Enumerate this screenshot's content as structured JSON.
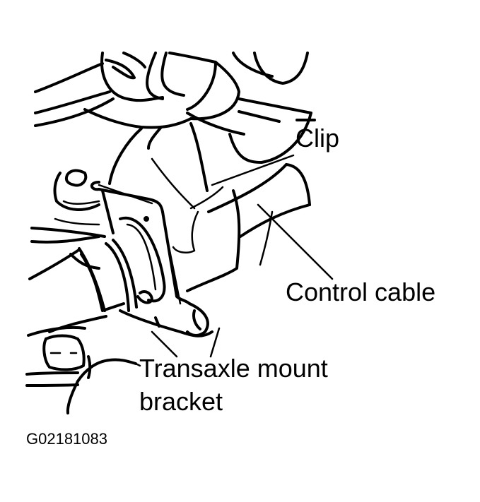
{
  "figure": {
    "type": "line-art technical illustration",
    "subject": "Control cable clip on transaxle mount bracket",
    "figure_id": "G02181083",
    "colors": {
      "line": "#000000",
      "background": "#ffffff"
    }
  },
  "callouts": {
    "clip": "Clip",
    "control_cable": "Control cable",
    "transaxle_mount_bracket_line1": "Transaxle mount",
    "transaxle_mount_bracket_line2": "bracket"
  }
}
